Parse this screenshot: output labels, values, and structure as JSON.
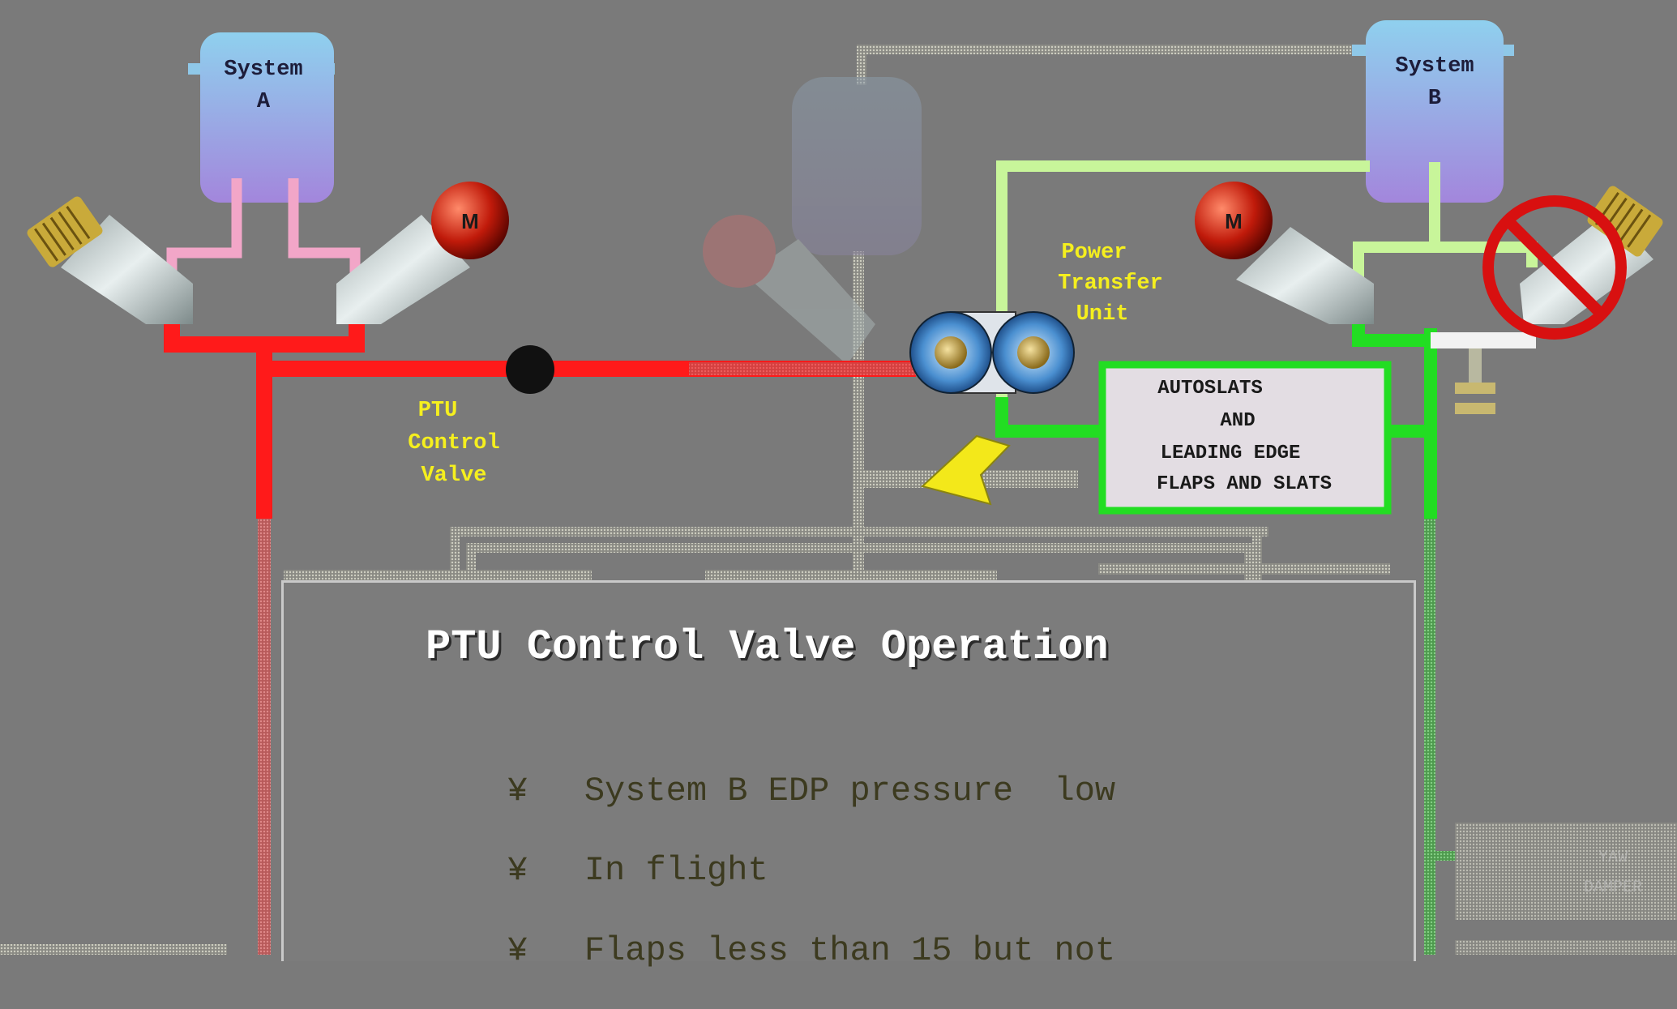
{
  "tanks": {
    "system_a": {
      "line1": "System",
      "line2": "A"
    },
    "system_b": {
      "line1": "System",
      "line2": "B"
    }
  },
  "labels": {
    "ptu_valve": [
      "PTU",
      "Control",
      "Valve"
    ],
    "power_transfer_unit": [
      "Power",
      "Transfer",
      "Unit"
    ],
    "motor": "M",
    "autoslats_box": [
      "AUTOSLATS",
      "AND",
      "LEADING EDGE",
      "FLAPS AND SLATS"
    ],
    "faint_box": [
      "YAW",
      "DAMPER"
    ]
  },
  "panel": {
    "title": "PTU Control Valve Operation",
    "conditions": [
      {
        "bullet": "¥",
        "text": "System B EDP pressure  low"
      },
      {
        "bullet": "¥",
        "text": "In flight"
      },
      {
        "bullet": "¥",
        "text": "Flaps less than 15 but not"
      }
    ]
  },
  "colors": {
    "background": "#7a7a7a",
    "system_a_pressure": "#ff1a1a",
    "system_a_suction": "#f2a6c8",
    "system_b_pressure": "#22dd22",
    "system_b_suction": "#c8f59a",
    "label_yellow": "#f5ef1e",
    "inactive_line": "#b8b8a8"
  }
}
